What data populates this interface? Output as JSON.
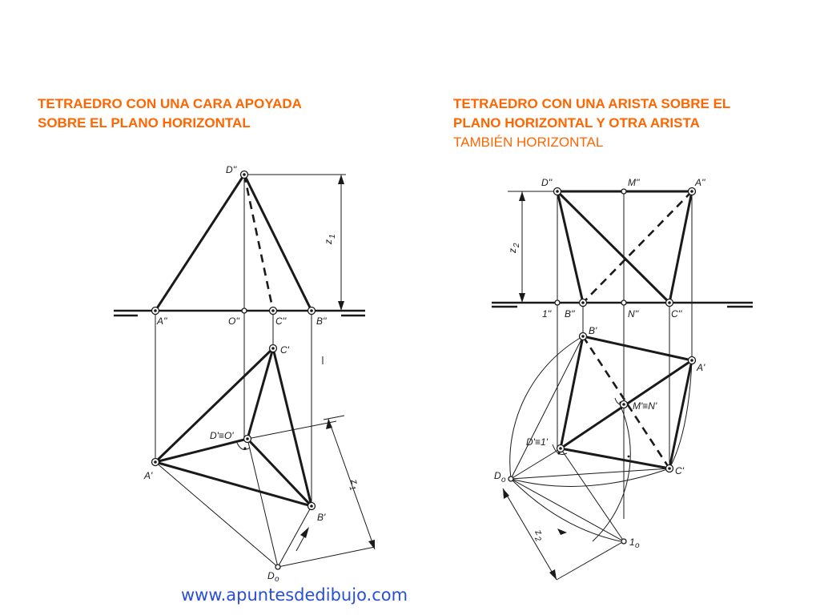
{
  "left": {
    "heading": [
      "TETRAEDRO CON UNA CARA APOYADA",
      "SOBRE EL PLANO HORIZONTAL"
    ],
    "labels": {
      "d2": "D''",
      "a2": "A''",
      "o2": "O''",
      "c2": "C''",
      "b2": "B''",
      "z1_top": "z",
      "z1_top_sub": "1",
      "c1": "C'",
      "do1": "D'≡O'",
      "a1": "A'",
      "b1": "B'",
      "z1_bottom": "z",
      "z1_bottom_sub": "1",
      "d0": "D",
      "d0_sub": "o"
    }
  },
  "right": {
    "heading": [
      "TETRAEDRO CON UNA ARISTA SOBRE EL",
      "PLANO HORIZONTAL Y OTRA ARISTA",
      "TAMBIÉN HORIZONTAL"
    ],
    "labels": {
      "d2": "D''",
      "m2": "M''",
      "a2": "A''",
      "z2_top": "z",
      "z2_top_sub": "2",
      "one2": "1''",
      "b2": "B''",
      "n2": "N''",
      "c2": "C''",
      "b1": "B'",
      "a1": "A'",
      "mn1": "M'≡N'",
      "d11": "D'≡1'",
      "c1": "C'",
      "d0": "D",
      "d0_sub": "o",
      "z2_bottom": "z",
      "z2_bottom_sub": "2",
      "one0": "1",
      "one0_sub": "o"
    }
  },
  "footer": {
    "url": "www.apuntesdedibujo.com"
  }
}
